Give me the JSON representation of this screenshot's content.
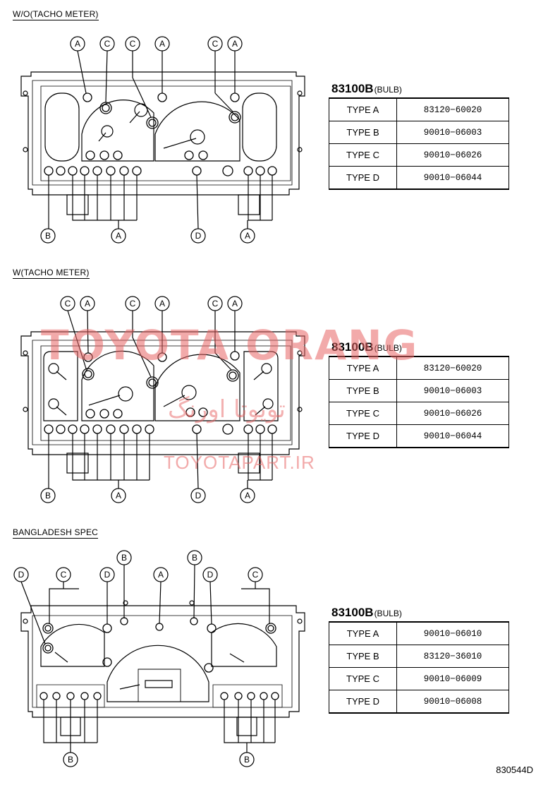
{
  "sections": [
    {
      "title": "W/O(TACHO METER)",
      "part_number": "83100B",
      "part_unit": "(BULB)",
      "bulbs": [
        {
          "type": "TYPE A",
          "number": "83120−60020"
        },
        {
          "type": "TYPE B",
          "number": "90010−06003"
        },
        {
          "type": "TYPE C",
          "number": "90010−06026"
        },
        {
          "type": "TYPE D",
          "number": "90010−06044"
        }
      ],
      "callouts_top": [
        "A",
        "C",
        "C",
        "A",
        "C",
        "A"
      ],
      "callouts_bottom": [
        "B",
        "A",
        "D",
        "A"
      ]
    },
    {
      "title": "W(TACHO METER)",
      "part_number": "83100B",
      "part_unit": "(BULB)",
      "bulbs": [
        {
          "type": "TYPE A",
          "number": "83120−60020"
        },
        {
          "type": "TYPE B",
          "number": "90010−06003"
        },
        {
          "type": "TYPE C",
          "number": "90010−06026"
        },
        {
          "type": "TYPE D",
          "number": "90010−06044"
        }
      ],
      "callouts_top": [
        "C",
        "A",
        "C",
        "A",
        "C",
        "A"
      ],
      "callouts_bottom": [
        "B",
        "A",
        "D",
        "A"
      ]
    },
    {
      "title": "BANGLADESH SPEC",
      "part_number": "83100B",
      "part_unit": "(BULB)",
      "bulbs": [
        {
          "type": "TYPE A",
          "number": "90010−06010"
        },
        {
          "type": "TYPE B",
          "number": "83120−36010"
        },
        {
          "type": "TYPE C",
          "number": "90010−06009"
        },
        {
          "type": "TYPE D",
          "number": "90010−06008"
        }
      ],
      "callouts_top": [
        "D",
        "C",
        "D",
        "B",
        "A",
        "B",
        "D",
        "C"
      ],
      "callouts_bottom": [
        "B",
        "B"
      ]
    }
  ],
  "watermark": {
    "main": "TOYOTA ORANG",
    "persian": "تویوتا اورنگ",
    "site": "TOYOTAPART.IR"
  },
  "figure_code": "830544D"
}
